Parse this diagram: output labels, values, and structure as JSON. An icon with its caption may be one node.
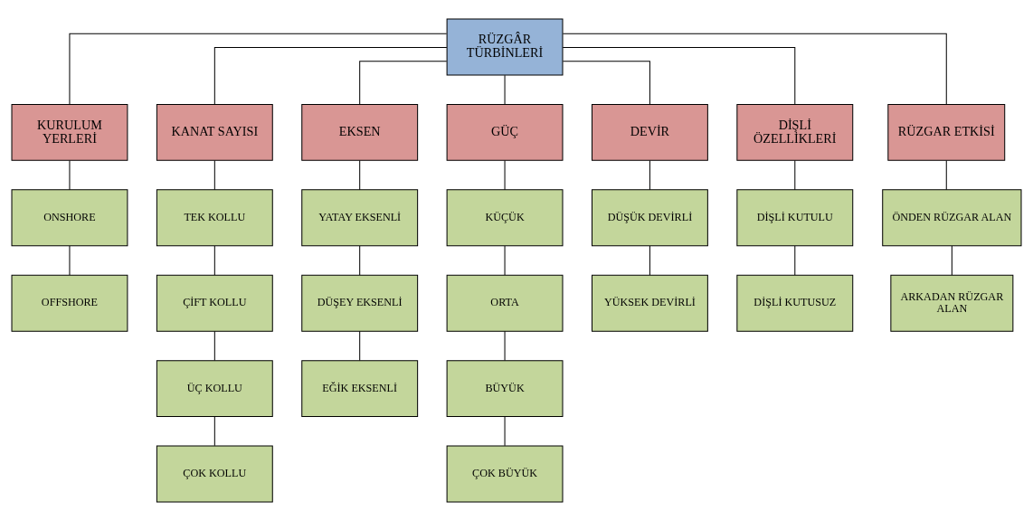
{
  "diagram": {
    "nodes": [
      {
        "text": [
          "RÜZGÂR TÜRBİNLERİ"
        ]
      },
      {
        "text": [
          "KURULUM YERLERİ"
        ]
      },
      {
        "text": [
          "KANAT SAYISI"
        ]
      },
      {
        "text": [
          "EKSEN"
        ]
      },
      {
        "text": [
          "GÜÇ"
        ]
      },
      {
        "text": [
          "DEVİR"
        ]
      },
      {
        "text": [
          "DİŞLİ ÖZELLİKLERİ"
        ]
      },
      {
        "text": [
          "RÜZGAR ETKİSİ"
        ]
      },
      {
        "text": [
          "ONSHORE"
        ]
      },
      {
        "text": [
          "TEK KOLLU"
        ]
      },
      {
        "text": [
          "YATAY EKSENLİ"
        ]
      },
      {
        "text": [
          "KÜÇÜK"
        ]
      },
      {
        "text": [
          "DÜŞÜK DEVİRLİ"
        ]
      },
      {
        "text": [
          "DİŞLİ KUTULU"
        ]
      },
      {
        "text": [
          "ÖNDEN RÜZGAR ALAN"
        ]
      },
      {
        "text": [
          "OFFSHORE"
        ]
      },
      {
        "text": [
          "ÇİFT KOLLU"
        ]
      },
      {
        "text": [
          "DÜŞEY EKSENLİ"
        ]
      },
      {
        "text": [
          "ORTA"
        ]
      },
      {
        "text": [
          "YÜKSEK DEVİRLİ"
        ]
      },
      {
        "text": [
          "DİŞLİ KUTUSUZ"
        ]
      },
      {
        "text": [
          "ARKADAN RÜZGAR ALAN"
        ]
      },
      {
        "text": [
          "ÜÇ KOLLU"
        ]
      },
      {
        "text": [
          "EĞİK EKSENLİ"
        ]
      },
      {
        "text": [
          "BÜYÜK"
        ]
      },
      {
        "text": [
          "ÇOK KOLLU"
        ]
      },
      {
        "text": [
          "ÇOK BÜYÜK"
        ]
      }
    ],
    "edges": [
      {
        "from": 0,
        "to": 1,
        "arrow": "none"
      },
      {
        "from": 0,
        "to": 2,
        "arrow": "none"
      },
      {
        "from": 0,
        "to": 3,
        "arrow": "none"
      },
      {
        "from": 0,
        "to": 4,
        "arrow": "none"
      },
      {
        "from": 0,
        "to": 5,
        "arrow": "none"
      },
      {
        "from": 0,
        "to": 6,
        "arrow": "none"
      },
      {
        "from": 0,
        "to": 7,
        "arrow": "none"
      },
      {
        "from": 1,
        "to": 8,
        "arrow": "none"
      },
      {
        "from": 2,
        "to": 9,
        "arrow": "none"
      },
      {
        "from": 3,
        "to": 10,
        "arrow": "none"
      },
      {
        "from": 4,
        "to": 11,
        "arrow": "none"
      },
      {
        "from": 5,
        "to": 12,
        "arrow": "none"
      },
      {
        "from": 6,
        "to": 13,
        "arrow": "none"
      },
      {
        "from": 7,
        "to": 14,
        "arrow": "none"
      },
      {
        "from": 8,
        "to": 15,
        "arrow": "none"
      },
      {
        "from": 9,
        "to": 16,
        "arrow": "none"
      },
      {
        "from": 10,
        "to": 17,
        "arrow": "none"
      },
      {
        "from": 11,
        "to": 18,
        "arrow": "none"
      },
      {
        "from": 12,
        "to": 19,
        "arrow": "none"
      },
      {
        "from": 13,
        "to": 20,
        "arrow": "none"
      },
      {
        "from": 14,
        "to": 21,
        "arrow": "none"
      },
      {
        "from": 16,
        "to": 22,
        "arrow": "none"
      },
      {
        "from": 17,
        "to": 23,
        "arrow": "none"
      },
      {
        "from": 18,
        "to": 24,
        "arrow": "none"
      },
      {
        "from": 22,
        "to": 25,
        "arrow": "none"
      },
      {
        "from": 24,
        "to": 26,
        "arrow": "none"
      }
    ]
  }
}
